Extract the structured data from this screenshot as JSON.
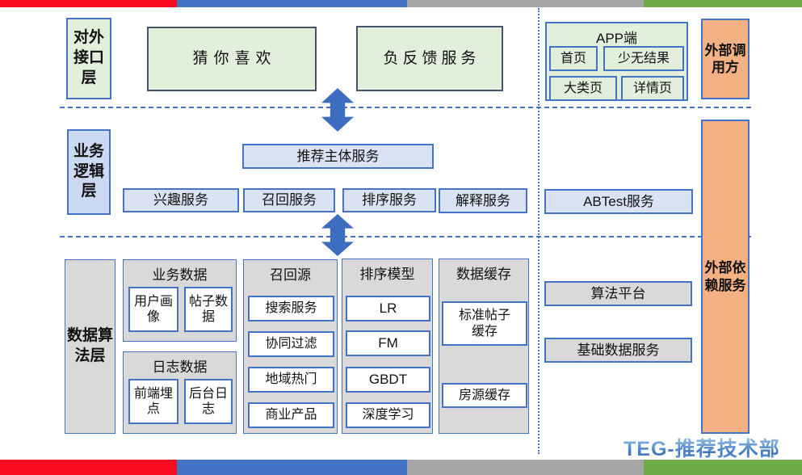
{
  "bars": {
    "colors": [
      "#F90D1E",
      "#4472C4",
      "#A6A6A6",
      "#70AD47"
    ]
  },
  "accent": {
    "border_blue": "#4472C4",
    "light_green": "#E2EFDA",
    "light_blue": "#DAE3F3",
    "gray_fill": "#D9D9D9",
    "orange_fill": "#F4B183",
    "arrow_blue": "#3E6DBF",
    "watermark_blue": "#5B9BD5"
  },
  "layers": {
    "interface_label": "对外接口层",
    "logic_label": "业务逻辑层",
    "data_label": "数据算法层"
  },
  "external": {
    "caller_label": "外部调用方",
    "dependency_label": "外部依赖服务"
  },
  "interface_layer": {
    "guess_you_like": "猜你喜欢",
    "negative_feedback": "负反馈服务",
    "app": {
      "title": "APP端",
      "pages": [
        "首页",
        "少无结果",
        "大类页",
        "详情页"
      ]
    }
  },
  "logic_layer": {
    "main_service": "推荐主体服务",
    "services": [
      "兴趣服务",
      "召回服务",
      "排序服务",
      "解释服务"
    ],
    "abtest_service": "ABTest服务"
  },
  "data_layer": {
    "business_data": {
      "title": "业务数据",
      "items": [
        "用户画像",
        "帖子数据"
      ]
    },
    "log_data": {
      "title": "日志数据",
      "items": [
        "前端埋点",
        "后台日志"
      ]
    },
    "recall_source": {
      "title": "召回源",
      "items": [
        "搜索服务",
        "协同过滤",
        "地域热门",
        "商业产品"
      ]
    },
    "rank_model": {
      "title": "排序模型",
      "items": [
        "LR",
        "FM",
        "GBDT",
        "深度学习"
      ]
    },
    "data_cache": {
      "title": "数据缓存",
      "items": [
        "标准帖子缓存",
        "房源缓存"
      ]
    },
    "algo_platform": "算法平台",
    "base_data_service": "基础数据服务"
  },
  "footer": {
    "watermark": "TEG-推荐技术部"
  }
}
